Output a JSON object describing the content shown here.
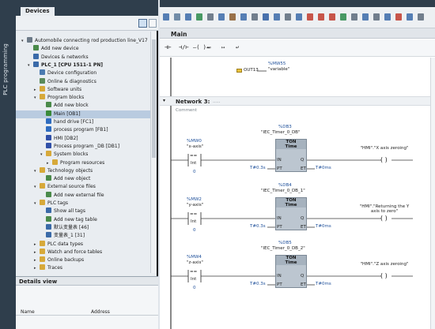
{
  "sidebar": {
    "label": "PLC programming"
  },
  "devices": {
    "tab": "Devices",
    "tree": [
      {
        "label": "Automobile connecting rod production line_V17",
        "depth": 0,
        "icon": "project-icon",
        "expander": "▾"
      },
      {
        "label": "Add new device",
        "depth": 1,
        "icon": "add-device-icon"
      },
      {
        "label": "Devices & networks",
        "depth": 1,
        "icon": "network-icon"
      },
      {
        "label": "PLC_1 [CPU 1511-1 PN]",
        "depth": 1,
        "icon": "cpu-icon",
        "expander": "▾",
        "bold": true
      },
      {
        "label": "Device configuration",
        "depth": 2,
        "icon": "device-config-icon"
      },
      {
        "label": "Online & diagnostics",
        "depth": 2,
        "icon": "diagnostics-icon"
      },
      {
        "label": "Software units",
        "depth": 2,
        "icon": "folder-icon",
        "expander": "▸"
      },
      {
        "label": "Program blocks",
        "depth": 2,
        "icon": "folder-icon",
        "expander": "▾"
      },
      {
        "label": "Add new block",
        "depth": 3,
        "icon": "add-block-icon"
      },
      {
        "label": "Main [OB1]",
        "depth": 3,
        "icon": "ob-icon",
        "selected": true
      },
      {
        "label": "hand drive [FC1]",
        "depth": 3,
        "icon": "fc-icon"
      },
      {
        "label": "process program [FB1]",
        "depth": 3,
        "icon": "fb-icon"
      },
      {
        "label": "HMI [DB2]",
        "depth": 3,
        "icon": "db-icon"
      },
      {
        "label": "Process program _DB [DB1]",
        "depth": 3,
        "icon": "db-icon"
      },
      {
        "label": "System blocks",
        "depth": 3,
        "icon": "folder-icon",
        "expander": "▾"
      },
      {
        "label": "Program resources",
        "depth": 4,
        "icon": "folder-icon",
        "expander": "▸"
      },
      {
        "label": "Technology objects",
        "depth": 2,
        "icon": "folder-icon",
        "expander": "▾"
      },
      {
        "label": "Add new object",
        "depth": 3,
        "icon": "add-object-icon"
      },
      {
        "label": "External source files",
        "depth": 2,
        "icon": "folder-icon",
        "expander": "▾"
      },
      {
        "label": "Add new external file",
        "depth": 3,
        "icon": "add-file-icon"
      },
      {
        "label": "PLC tags",
        "depth": 2,
        "icon": "folder-icon",
        "expander": "▾"
      },
      {
        "label": "Show all tags",
        "depth": 3,
        "icon": "tags-icon"
      },
      {
        "label": "Add new tag table",
        "depth": 3,
        "icon": "add-tag-icon"
      },
      {
        "label": "默认变量表 [46]",
        "depth": 3,
        "icon": "tag-table-icon"
      },
      {
        "label": "变量表_1 [31]",
        "depth": 3,
        "icon": "tag-table-icon"
      },
      {
        "label": "PLC data types",
        "depth": 2,
        "icon": "folder-icon",
        "expander": "▸"
      },
      {
        "label": "Watch and force tables",
        "depth": 2,
        "icon": "folder-icon",
        "expander": "▸"
      },
      {
        "label": "Online backups",
        "depth": 2,
        "icon": "folder-icon",
        "expander": "▸"
      },
      {
        "label": "Traces",
        "depth": 2,
        "icon": "folder-icon",
        "expander": "▸"
      }
    ]
  },
  "details": {
    "title": "Details view",
    "col_name": "Name",
    "col_address": "Address"
  },
  "editor": {
    "title": "Main",
    "ladder_tools": [
      "⊣⊢",
      "⊣/⊢",
      "–( )–",
      "▭",
      "↦",
      "↩"
    ],
    "top_rung": {
      "address": "%MW55",
      "name": "\"variable\"",
      "pin": "OUT13"
    },
    "network": {
      "label": "Network 3:",
      "sub": ".....",
      "comment": "Comment"
    },
    "rungs": [
      {
        "tag_addr": "%MW0",
        "tag_name": "\"x-axis\"",
        "cmp": "==",
        "type": "Int",
        "const": "0",
        "db_addr": "%DB3",
        "db_name": "\"IEC_Timer_0_DB\"",
        "block": "TON",
        "btype": "Time",
        "in": "IN",
        "q": "Q",
        "pt": "PT",
        "et": "ET",
        "pt_val": "T#0.3s",
        "et_val": "T#0ms",
        "coil": "\"HMI\".\"X axis zeroing\""
      },
      {
        "tag_addr": "%MW2",
        "tag_name": "\"y-axis\"",
        "cmp": "==",
        "type": "Int",
        "const": "0",
        "db_addr": "%DB4",
        "db_name": "\"IEC_Timer_0_DB_1\"",
        "block": "TON",
        "btype": "Time",
        "in": "IN",
        "q": "Q",
        "pt": "PT",
        "et": "ET",
        "pt_val": "T#0.3s",
        "et_val": "T#0ms",
        "coil": "\"HMI\".\"Returning the Y axis to zero\""
      },
      {
        "tag_addr": "%MW4",
        "tag_name": "\"z-axis\"",
        "cmp": "==",
        "type": "Int",
        "const": "0",
        "db_addr": "%DB5",
        "db_name": "\"IEC_Timer_0_DB_2\"",
        "block": "TON",
        "btype": "Time",
        "in": "IN",
        "q": "Q",
        "pt": "PT",
        "et": "ET",
        "pt_val": "T#0.3s",
        "et_val": "T#0ms",
        "coil": "\"HMI\".\"Z axis zeroing\""
      }
    ]
  },
  "colors": {
    "dark": "#2f3e4c",
    "selection": "#b9cbe0",
    "address_blue": "#1e4f9a",
    "ob": "#3a8a3a",
    "fc": "#2e6cc0",
    "fb": "#2e6cc0",
    "db": "#3050a8",
    "folder": "#d7a93a"
  }
}
